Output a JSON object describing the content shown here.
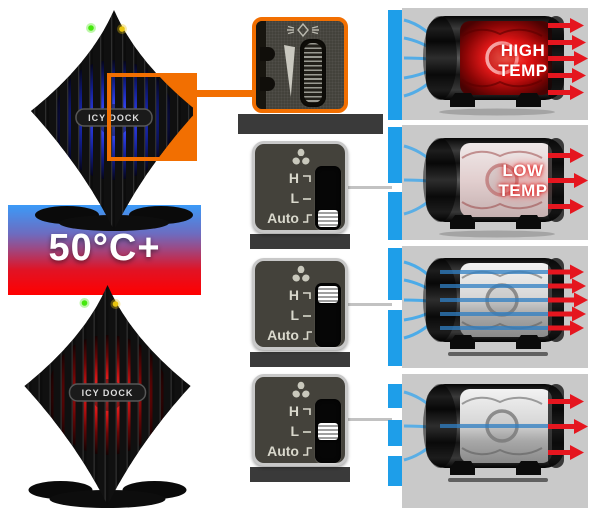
{
  "colors": {
    "accent_orange": "#F26F01",
    "flow_blue": "#1E9EE9",
    "hot_red": "#E5161F",
    "panel_gray": "#C9C9C9",
    "shadow_bar_gray": "#3A3A3A",
    "switch_panel_bg": "#44423B",
    "band_gradient_top": "#3B9AF8",
    "band_gradient_bottom": "#FF0000"
  },
  "left_section": {
    "temperature_badge": "50°C+",
    "brand_badge": "ICY DOCK",
    "fan_top": {
      "glow_color": "blue",
      "led_colors": [
        "green",
        "amber"
      ]
    },
    "fan_bottom": {
      "glow_color": "red",
      "led_colors": [
        "green",
        "amber"
      ]
    }
  },
  "control_column": {
    "closeup_panel": {
      "type": "fan-speed-thumbwheel-closeup",
      "highlight_color": "#F26F01"
    },
    "switch_labels": {
      "high": "H",
      "low": "L",
      "auto": "Auto"
    },
    "switch_panels": [
      {
        "selected": "Auto",
        "knob_position": "bottom"
      },
      {
        "selected": "H",
        "knob_position": "top"
      },
      {
        "selected": "L",
        "knob_position": "middle"
      }
    ]
  },
  "drive_column": {
    "drives": [
      {
        "label_line1": "HIGH",
        "label_line2": "TEMP",
        "state": "hot",
        "inflow_lines": 5,
        "outflow_arrows": 5
      },
      {
        "label_line1": "LOW",
        "label_line2": "TEMP",
        "state": "cool",
        "inflow_lines": 3,
        "outflow_arrows": 3
      },
      {
        "state": "max-airflow",
        "inflow_lines": 5,
        "outflow_arrows": 5
      },
      {
        "state": "low-airflow",
        "inflow_lines": 3,
        "outflow_arrows": 3
      }
    ]
  }
}
